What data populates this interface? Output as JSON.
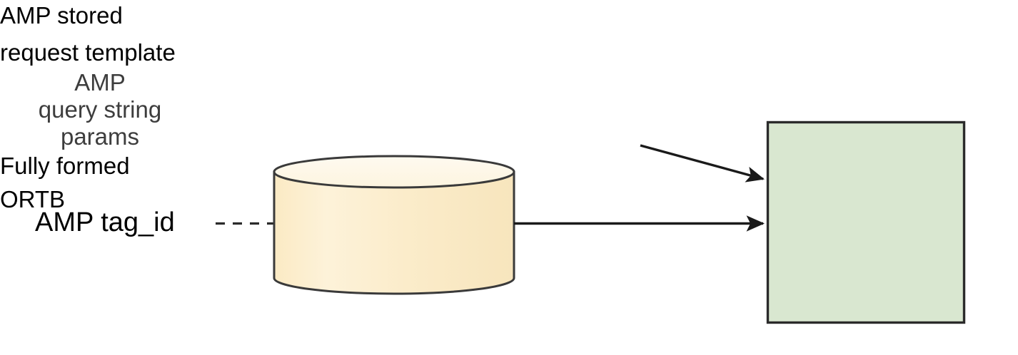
{
  "diagram": {
    "type": "flow-diagram",
    "title": "AMP stored request to fully formed ORTB",
    "background_color": "#ffffff",
    "nodes": [
      {
        "id": "amp-tag-id",
        "shape": "text",
        "label": "AMP tag_id",
        "text_color": "#000000"
      },
      {
        "id": "amp-stored-request-template",
        "shape": "cylinder",
        "label_lines": [
          "AMP stored",
          "request template"
        ],
        "fill_color": "#fbecca",
        "top_fill_color": "#fdf7e6",
        "stroke_color": "#3a3a3a",
        "text_color": "#000000"
      },
      {
        "id": "fully-formed-ortb",
        "shape": "rectangle",
        "label_lines": [
          "Fully formed",
          "ORTB"
        ],
        "fill_color": "#d9e7d0",
        "stroke_color": "#2b2b2b",
        "text_color": "#000000"
      }
    ],
    "annotations": [
      {
        "id": "amp-query-string-params",
        "lines": [
          "AMP",
          "query string",
          "params"
        ],
        "text_color": "#3d3d3d"
      }
    ],
    "edges": [
      {
        "id": "tag-id-to-cylinder",
        "from": "amp-tag-id",
        "to": "amp-stored-request-template",
        "style": "dashed",
        "arrowhead": "none",
        "stroke_color": "#2b2b2b"
      },
      {
        "id": "cylinder-to-ortb",
        "from": "amp-stored-request-template",
        "to": "fully-formed-ortb",
        "style": "solid",
        "arrowhead": "filled-triangle",
        "stroke_color": "#1a1a1a"
      },
      {
        "id": "params-to-ortb",
        "from": "amp-query-string-params",
        "to": "fully-formed-ortb",
        "style": "solid",
        "arrowhead": "filled-triangle",
        "stroke_color": "#1a1a1a"
      }
    ]
  },
  "labels": {
    "tag_id": "AMP tag_id",
    "cylinder_line1": "AMP stored",
    "cylinder_line2": "request template",
    "annot_line1": "AMP",
    "annot_line2": "query string",
    "annot_line3": "params",
    "box_line1": "Fully formed",
    "box_line2": "ORTB"
  }
}
